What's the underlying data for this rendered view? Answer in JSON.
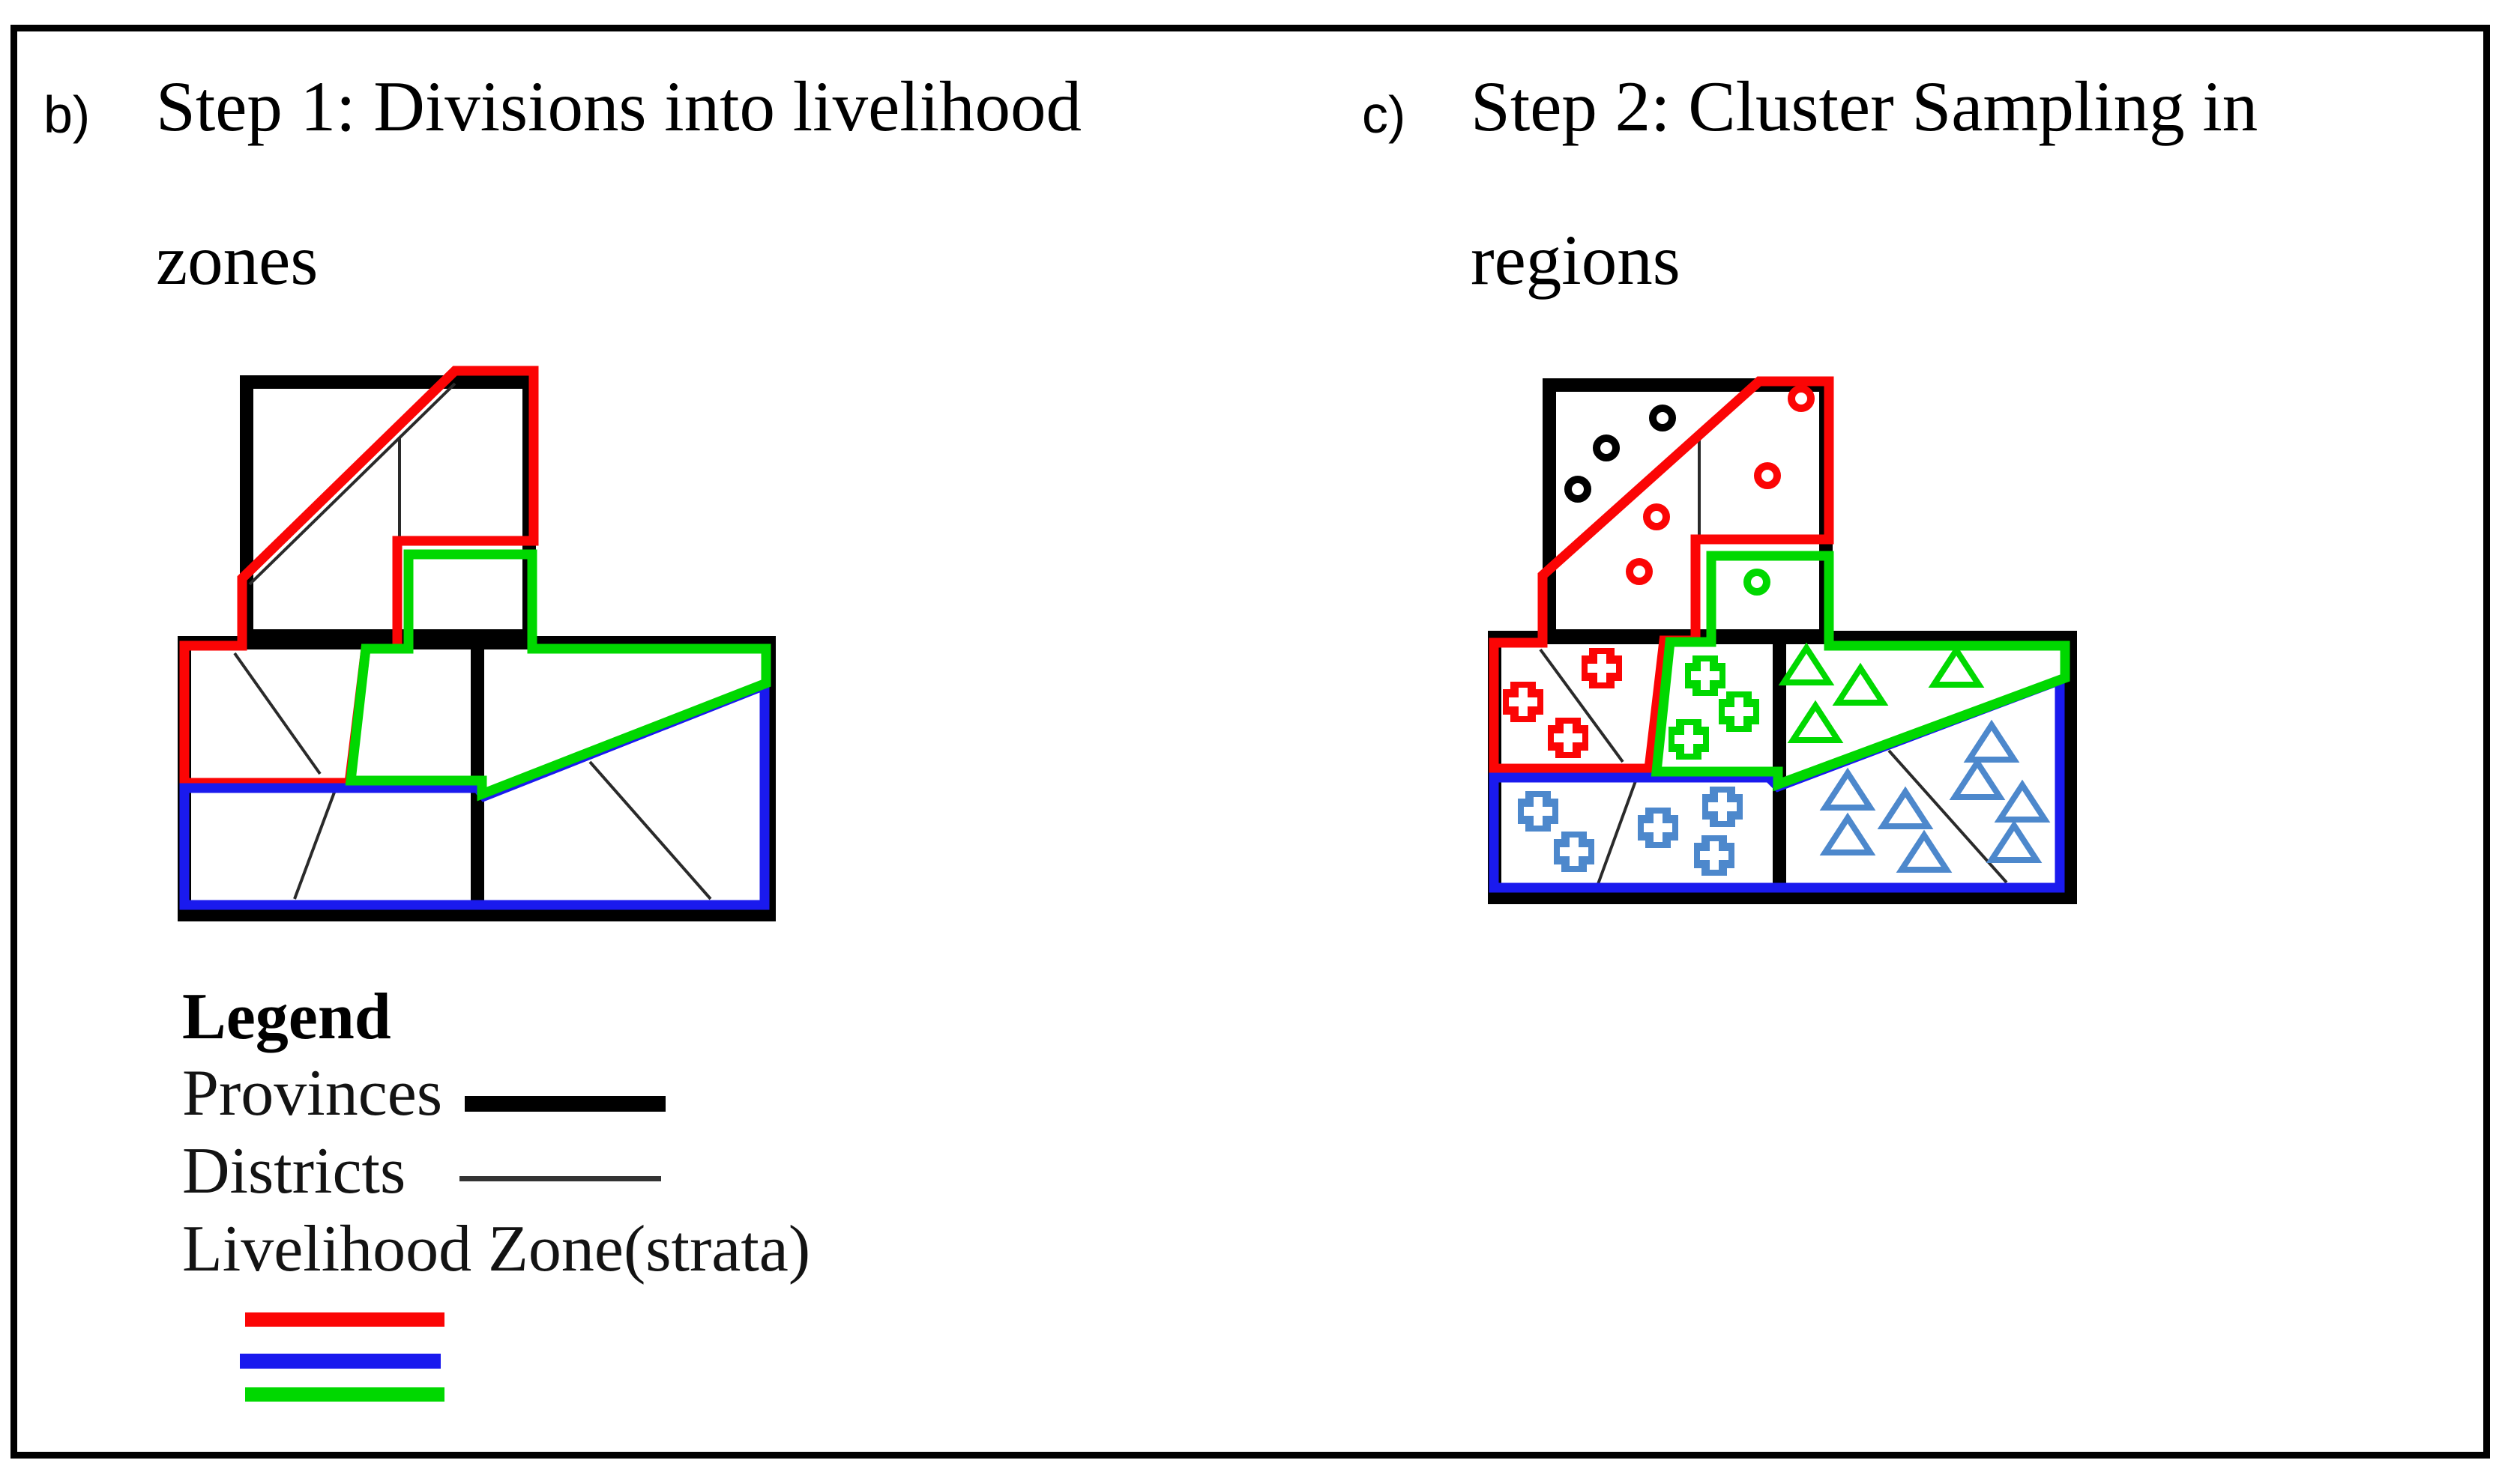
{
  "panels": {
    "b": {
      "label": "b)",
      "title_line1": "Step 1: Divisions into livelihood",
      "title_line2": "zones"
    },
    "c": {
      "label": "c)",
      "title_line1": "Step 2: Cluster Sampling in",
      "title_line2": "regions"
    }
  },
  "legend": {
    "title": "Legend",
    "provinces_label": "Provinces",
    "districts_label": "Districts",
    "livelihood_label": "Livelihood Zone(strata)",
    "provinces_swatch": "thick-black-line",
    "districts_swatch": "thin-black-line",
    "strata_bar_colors": [
      "#fb0505",
      "#1a1aee",
      "#00d800"
    ]
  },
  "diagram": {
    "province_line_color": "#000000",
    "district_line_color": "#2a2a2a",
    "zone_colors": {
      "red": "#fb0505",
      "blue": "#1a1aee",
      "green": "#00d800"
    },
    "cluster_marker_color_blue": "#4d88cc",
    "map_c_clusters": [
      {
        "area": "top-province-west-district",
        "marker": "ring",
        "color": "#000000",
        "count": 3
      },
      {
        "area": "top-province-red-zone",
        "marker": "ring",
        "color": "#fb0505",
        "count": 4
      },
      {
        "area": "top-province-green-notch",
        "marker": "ring",
        "color": "#00d800",
        "count": 1
      },
      {
        "area": "middle-province-red-zone",
        "marker": "cross",
        "color": "#fb0505",
        "count": 3
      },
      {
        "area": "middle-province-green-zone",
        "marker": "cross",
        "color": "#00d800",
        "count": 3
      },
      {
        "area": "bottom-left-blue-zone",
        "marker": "cross",
        "color": "#4d88cc",
        "count": 5
      },
      {
        "area": "east-province-green-zone",
        "marker": "triangle",
        "color": "#00d800",
        "count": 4
      },
      {
        "area": "east-province-blue-zone",
        "marker": "triangle",
        "color": "#4d88cc",
        "count": 8
      }
    ]
  }
}
